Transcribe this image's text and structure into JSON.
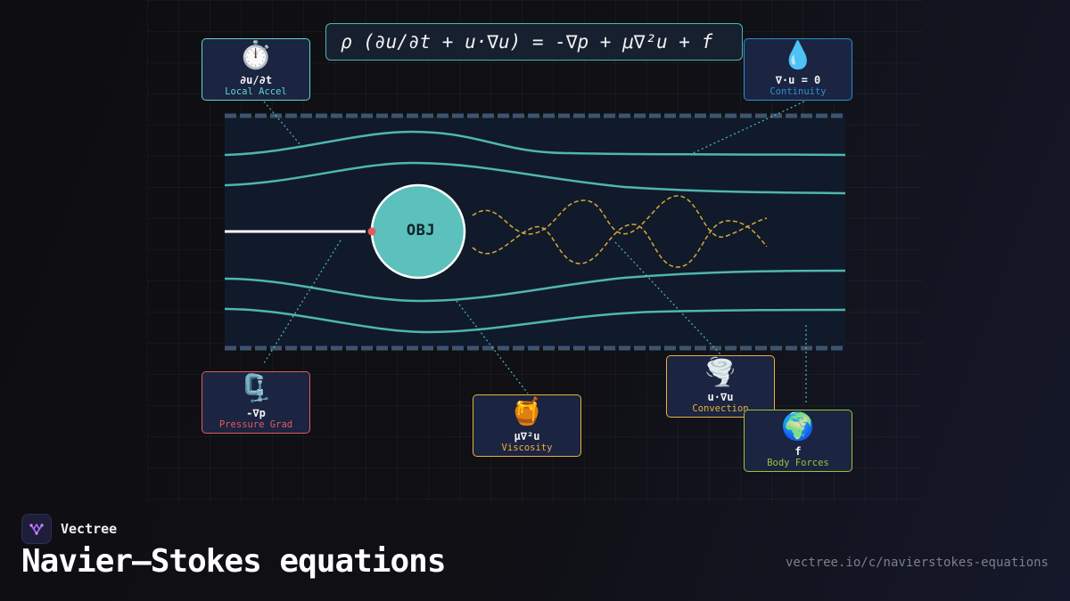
{
  "equation": "ρ (∂u/∂t + u·∇u) = -∇p + μ∇²u + f",
  "object_label": "OBJ",
  "terms": {
    "local_accel": {
      "icon": "⏱️",
      "symbol": "∂u/∂t",
      "label": "Local Accel",
      "color": "#5fd6ce",
      "icon_name": "stopwatch-icon"
    },
    "continuity": {
      "icon": "💧",
      "symbol": "∇·u = 0",
      "label": "Continuity",
      "color": "#2a8fd6",
      "icon_name": "droplet-icon"
    },
    "pressure": {
      "icon": "🗜️",
      "symbol": "-∇p",
      "label": "Pressure Grad",
      "color": "#e55a5f",
      "icon_name": "clamp-icon"
    },
    "viscosity": {
      "icon": "🍯",
      "symbol": "μ∇²u",
      "label": "Viscosity",
      "color": "#e8b23c",
      "icon_name": "honey-pot-icon"
    },
    "convection": {
      "icon": "🌪️",
      "symbol": "u·∇u",
      "label": "Convection",
      "color": "#e8b23c",
      "icon_name": "tornado-icon"
    },
    "body_forces": {
      "icon": "🌍",
      "symbol": "f",
      "label": "Body Forces",
      "color": "#9bc43a",
      "icon_name": "globe-icon"
    }
  },
  "colors": {
    "streamline": "#4fb6b0",
    "object_fill": "#5cc0bd",
    "wake": "#d6a93a",
    "wall": "#3d5470",
    "probe_dot": "#e55a5f"
  },
  "brand": {
    "name": "Vectree"
  },
  "title": "Navier–Stokes equations",
  "url": "vectree.io/c/navierstokes-equations"
}
